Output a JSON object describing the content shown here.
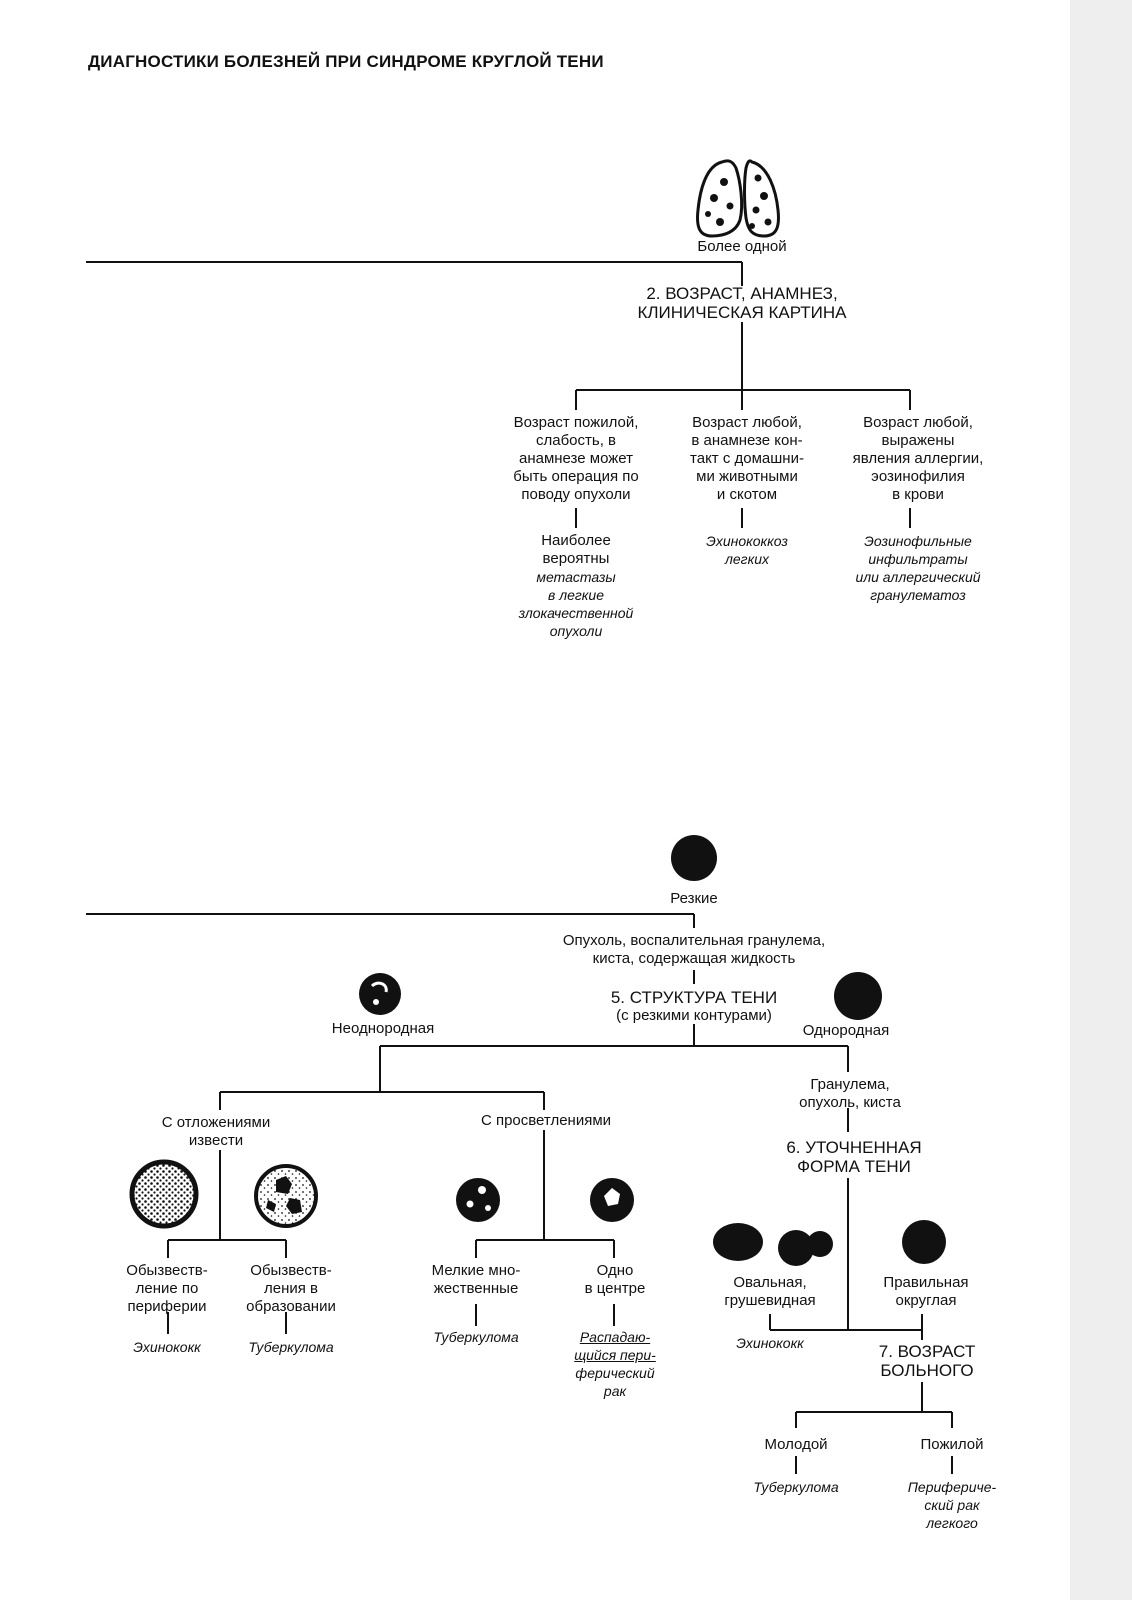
{
  "title": "ДИАГНОСТИКИ БОЛЕЗНЕЙ ПРИ СИНДРОМЕ КРУГЛОЙ ТЕНИ",
  "top_branch": {
    "shadow_label": "Более одной",
    "step_2": [
      "2. ВОЗРАСТ, АНАМНЕЗ,",
      "КЛИНИЧЕСКАЯ КАРТИНА"
    ],
    "options": [
      {
        "condition": [
          "Возраст пожилой,",
          "слабость, в",
          "анамнезе может",
          "быть операция по",
          "поводу опухоли"
        ],
        "result_lead": [
          "Наиболее",
          "вероятны"
        ],
        "result": [
          "метастазы",
          "в легкие",
          "злокачественной",
          "опухоли"
        ]
      },
      {
        "condition": [
          "Возраст любой,",
          "в анамнезе кон-",
          "такт с домашни-",
          "ми животными",
          "и скотом"
        ],
        "result": [
          "Эхинококкоз",
          "легких"
        ]
      },
      {
        "condition": [
          "Возраст любой,",
          "выражены",
          "явления аллергии,",
          "эозинофилия",
          "в крови"
        ],
        "result": [
          "Эозинофильные",
          "инфильтраты",
          "или аллергический",
          "гранулематоз"
        ]
      }
    ]
  },
  "bottom_branch": {
    "shadow_label": "Резкие",
    "differential": [
      "Опухоль, воспалительная гранулема,",
      "киста, содержащая жидкость"
    ],
    "step_5": [
      "5. СТРУКТУРА ТЕНИ",
      "(с резкими контурами)"
    ],
    "heterogeneous": {
      "label": "Неоднородная",
      "calcified": {
        "label": [
          "С отложениями",
          "извести"
        ],
        "items": [
          {
            "label": [
              "Обызвеств-",
              "ление по",
              "периферии"
            ],
            "result": "Эхинококк"
          },
          {
            "label": [
              "Обызвеств-",
              "ления в",
              "образовании"
            ],
            "result": "Туберкулома"
          }
        ]
      },
      "clearings": {
        "label": "С просветлениями",
        "items": [
          {
            "label": [
              "Мелкие мно-",
              "жественные"
            ],
            "result": [
              "Туберкулома"
            ]
          },
          {
            "label": [
              "Одно",
              "в центре"
            ],
            "result": [
              "Распадаю-",
              "щийся пери-",
              "ферический",
              "рак"
            ]
          }
        ]
      }
    },
    "homogeneous": {
      "label": "Однородная",
      "differential": [
        "Гранулема,",
        "опухоль, киста"
      ],
      "step_6": [
        "6. УТОЧНЕННАЯ",
        "ФОРМА ТЕНИ"
      ],
      "oval": {
        "label": [
          "Овальная,",
          "грушевидная"
        ],
        "result": "Эхинококк"
      },
      "round": {
        "label": [
          "Правильная",
          "округлая"
        ]
      },
      "step_7": [
        "7. ВОЗРАСТ",
        "БОЛЬНОГО"
      ],
      "young": {
        "label": "Молодой",
        "result": "Туберкулома"
      },
      "elderly": {
        "label": "Пожилой",
        "result": [
          "Перифериче-",
          "ский рак",
          "легкого"
        ]
      }
    }
  },
  "colors": {
    "ink": "#111111",
    "paper": "#ffffff",
    "margin": "#eeeeee"
  },
  "icons": [
    "lungs-multiple-foci-icon",
    "round-shadow-icon",
    "heterogeneous-shadow-icon",
    "homogeneous-shadow-icon",
    "calcified-periphery-icon",
    "calcified-inside-icon",
    "small-clearings-icon",
    "central-clearing-icon",
    "oval-shadow-icon",
    "pear-shadow-icon",
    "regular-round-shadow-icon"
  ]
}
